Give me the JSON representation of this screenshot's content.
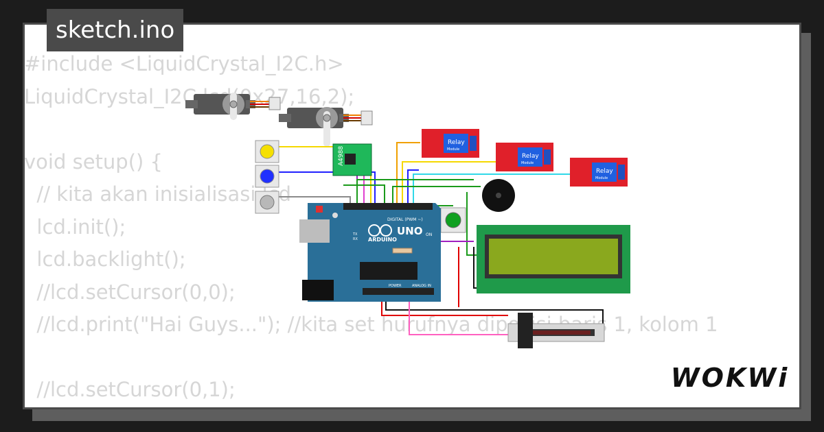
{
  "tab": {
    "filename": "sketch.ino"
  },
  "code_lines": [
    "#include <LiquidCrystal_I2C.h>",
    "LiquidCrystal_I2C lcd(0x27,16,2);",
    "",
    "void setup() {",
    "  // kita akan inisialisasi lcd",
    "  lcd.init();",
    "  lcd.backlight();",
    "  //lcd.setCursor(0,0);",
    "  //lcd.print(\"Hai Guys...\"); //kita set hurufnya diposisi baris 1, kolom 1",
    "",
    "  //lcd.setCursor(0,1);"
  ],
  "circuit": {
    "board_label": "UNO",
    "board_brand": "ARDUINO",
    "digital_label": "DIGITAL (PWM ~)",
    "power_label": "POWER",
    "analog_label": "ANALOG IN",
    "on_label": "ON",
    "tx_label": "TX",
    "rx_label": "RX",
    "driver_label": "A4988",
    "relay_label": "Relay",
    "relay_sub": "Module",
    "wire_colors": {
      "yellow": "#f5d800",
      "blue": "#2020ff",
      "gray": "#8a8a8a",
      "green": "#1a9a1a",
      "purple": "#a020c0",
      "red": "#e00000",
      "black": "#111111",
      "pink": "#ff60c0",
      "cyan": "#30d8e8",
      "orange": "#f0a000"
    }
  },
  "logo": {
    "text": "WOKWi"
  }
}
